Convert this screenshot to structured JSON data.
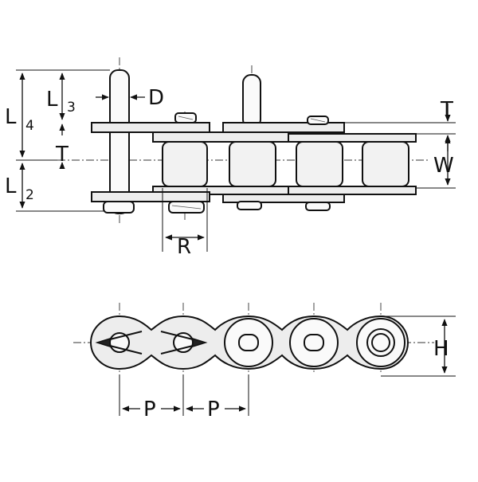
{
  "diagram": {
    "labels": {
      "L4": "L",
      "L4_sub": "4",
      "L3": "L",
      "L3_sub": "3",
      "L2": "L",
      "L2_sub": "2",
      "D": "D",
      "T_left": "T",
      "T_right": "T",
      "W": "W",
      "R": "R",
      "H": "H",
      "P1": "P",
      "P2": "P"
    }
  }
}
